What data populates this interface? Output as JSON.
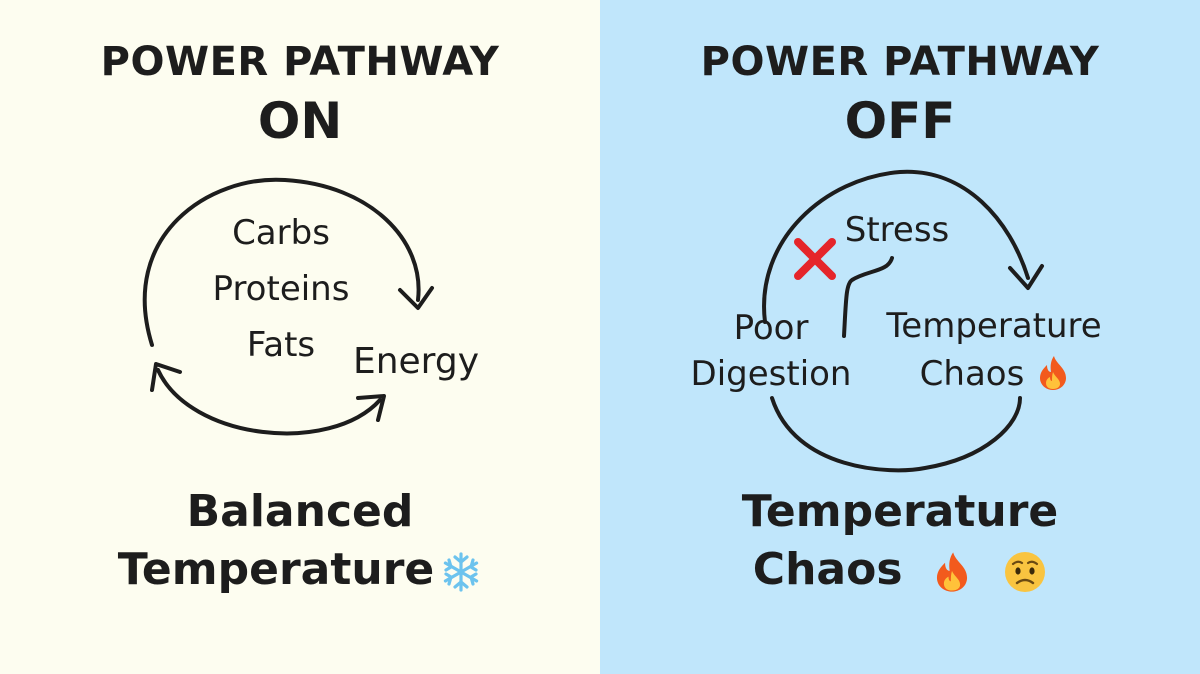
{
  "left_panel": {
    "heading_line1": "POWER PATHWAY",
    "heading_line2": "ON",
    "nutrients": [
      "Carbs",
      "Proteins",
      "Fats"
    ],
    "energy_label": "Energy",
    "result_line1": "Balanced",
    "result_line2": "Temperature",
    "result_icon": "snowflake-icon",
    "background": "#fdfdf0"
  },
  "right_panel": {
    "heading_line1": "POWER PATHWAY",
    "heading_line2": "OFF",
    "stress_label": "Stress",
    "poor_line1": "Poor",
    "poor_line2": "Digestion",
    "temp_line1": "Temperature",
    "temp_line2": "Chaos",
    "blocked_icon": "red-x-icon",
    "temp_icon": "fire-icon",
    "result_line1": "Temperature",
    "result_line2": "Chaos",
    "result_icons": [
      "fire-icon",
      "worried-face-icon"
    ],
    "background": "#c0e6fb"
  },
  "colors": {
    "stroke": "#1d1d1d",
    "blocked": "#e5252a",
    "fire_outer": "#f25a1d",
    "fire_inner": "#ffc23a",
    "snowflake": "#6cc3ee",
    "face": "#f9c440"
  }
}
